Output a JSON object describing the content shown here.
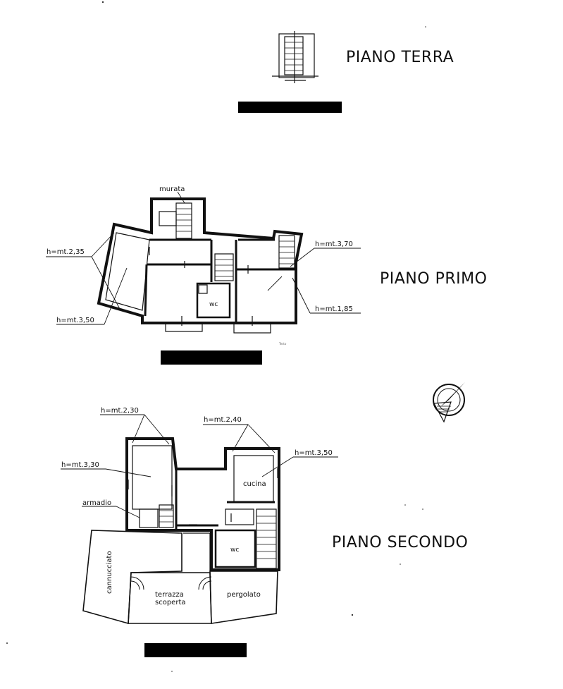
{
  "floors": {
    "terra": {
      "title": "PIANO TERRA"
    },
    "primo": {
      "title": "PIANO PRIMO",
      "labels": {
        "murata": "murata",
        "h_left_top": "h=mt.2,35",
        "h_left_bottom": "h=mt.3,50",
        "h_right_top": "h=mt.3,70",
        "h_right_bottom": "h=mt.1,85",
        "wc": "wc",
        "tiny_note": "Testo"
      }
    },
    "secondo": {
      "title": "PIANO SECONDO",
      "labels": {
        "h_top_left": "h=mt.2,30",
        "h_mid_left": "h=mt.3,30",
        "h_top_right": "h=mt.2,40",
        "h_right": "h=mt.3,50",
        "armadio": "armadio",
        "cucina": "cucina",
        "wc": "wc",
        "cannucciato": "cannucciato",
        "terrazza_line1": "terrazza",
        "terrazza_line2": "scoperta",
        "pergolato": "pergolato"
      }
    }
  },
  "colors": {
    "ink": "#111111",
    "redaction": "#000000",
    "paper": "#ffffff"
  },
  "icons": [
    "compass-icon"
  ]
}
